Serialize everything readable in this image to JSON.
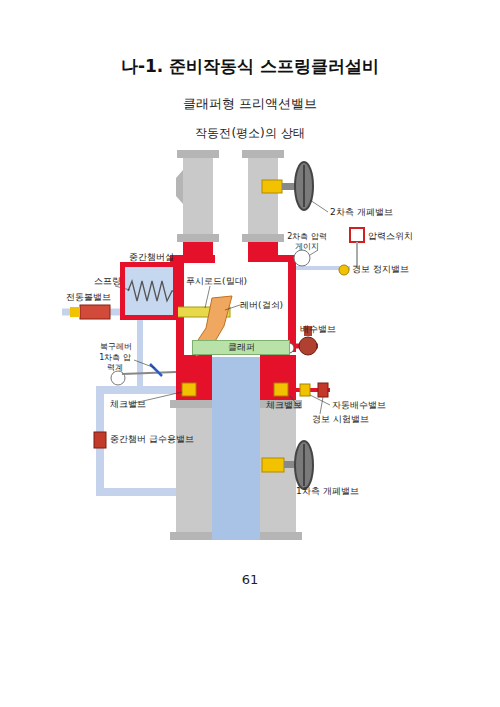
{
  "diagram": {
    "title": "나-1. 준비작동식 스프링클러설비",
    "nodes": [
      {
        "text": [
          "중간챔버실"
        ]
      },
      {
        "text": [
          "클래퍼"
        ]
      }
    ],
    "labels": [
      "클래퍼형 프리액션밸브",
      "작동전(평소)의 상태",
      "2차측 개폐밸브",
      "2차측 압력게이지",
      "압력스위치",
      "경보 정지밸브",
      "스프링",
      "푸시로드(밀대)",
      "전동볼밸브",
      "레버(걸쇠)",
      "배수밸브",
      "복구레버",
      "1차측 압력계",
      "체크밸브",
      "체크밸브",
      "자동배수밸브",
      "경보 시험밸브",
      "중간챔버 급수용밸브",
      "1차측 개폐밸브",
      "61"
    ]
  }
}
